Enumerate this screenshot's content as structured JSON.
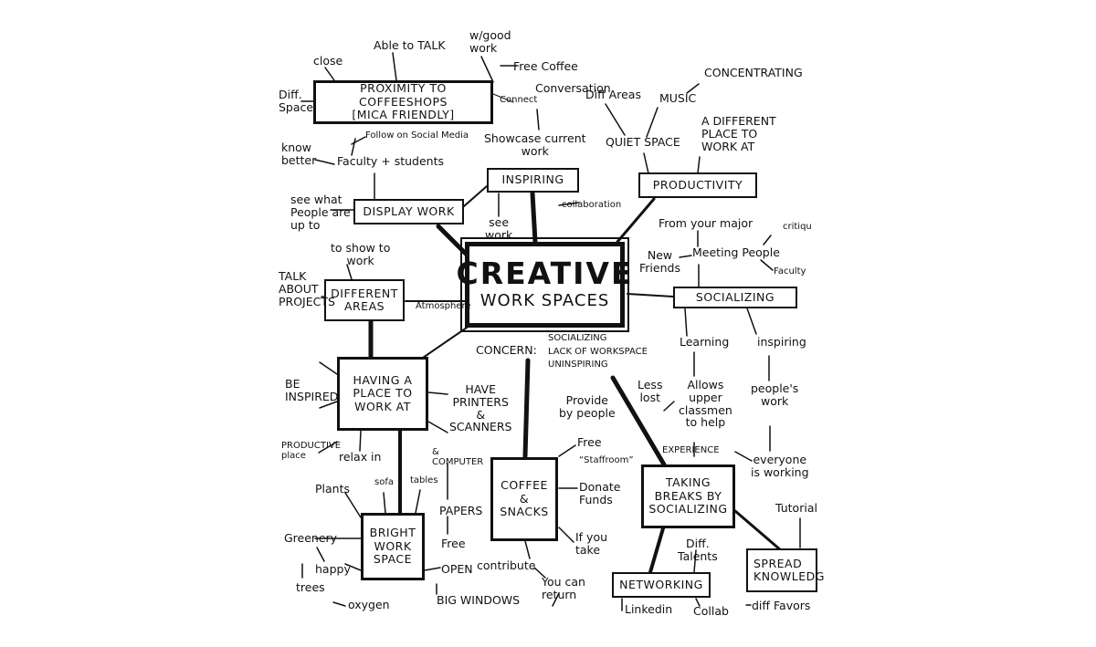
{
  "center": {
    "title": "CREATIVE",
    "subtitle": "WORK SPACES"
  },
  "nodes": {
    "coffee_shops": [
      "PROXIMITY TO COFFEESHOPS",
      "[MICA FRIENDLY]"
    ],
    "inspiring": "INSPIRING",
    "productivity": "PRODUCTIVITY",
    "display_work": "DISPLAY WORK",
    "socializing": "SOCIALIZING",
    "different_areas": [
      "DIFFERENT",
      "AREAS"
    ],
    "place_to_work": [
      "HAVING A",
      "PLACE TO",
      "WORK AT"
    ],
    "coffee_snacks": [
      "COFFEE",
      "&",
      "SNACKS"
    ],
    "taking_breaks": [
      "TAKING",
      "BREAKS BY",
      "SOCIALIZING"
    ],
    "bright_space": [
      "BRIGHT",
      "WORK",
      "SPACE"
    ],
    "networking": "NETWORKING",
    "spread_knowledge": [
      "SPREAD",
      "KNOWLEDG"
    ]
  },
  "labels": {
    "close": "close",
    "able_to_talk": "Able to TALK",
    "w_good_work": [
      "w/good",
      "work"
    ],
    "free_coffee": "Free Coffee",
    "diff_space": [
      "Diff.",
      "Space"
    ],
    "connect": "Connect",
    "conversation": "Conversation",
    "diff_areas": "Diff Areas",
    "music": "MUSIC",
    "concentrating": "CONCENTRATING",
    "follow_social": "Follow on Social Media",
    "showcase": [
      "Showcase current",
      "work"
    ],
    "quiet_space": "QUIET SPACE",
    "different_place": [
      "A DIFFERENT",
      "PLACE TO",
      "WORK AT"
    ],
    "know_better": [
      "know",
      "better"
    ],
    "faculty_students": "Faculty + students",
    "see_what": [
      "see what",
      "People are",
      "up to"
    ],
    "see_work": [
      "see",
      "work"
    ],
    "collaboration": "collaboration",
    "from_major": "From your major",
    "critique": "critiqu",
    "new_friends": [
      "New",
      "Friends"
    ],
    "meeting_people": "Meeting People",
    "faculty": "Faculty",
    "to_show": [
      "to show to",
      "work"
    ],
    "talk_about": [
      "TALK",
      "ABOUT",
      "PROJECTS"
    ],
    "atmosphere": "Atmosphere",
    "concern": "CONCERN:",
    "concern_items": [
      "SOCIALIZING",
      "LACK OF WORKSPACE",
      "UNINSPIRING"
    ],
    "learning": "Learning",
    "inspiring2": "inspiring",
    "be_inspired": [
      "BE",
      "INSPIRED"
    ],
    "have_printers": [
      "HAVE",
      "PRINTERS",
      "&",
      "SCANNERS"
    ],
    "provide": [
      "Provide",
      "by people"
    ],
    "less_lost": [
      "Less",
      "lost"
    ],
    "allows": [
      "Allows",
      "upper",
      "classmen",
      "to help"
    ],
    "peoples_work": [
      "people's",
      "work"
    ],
    "productive_place": [
      "PRODUCTIVE",
      "place"
    ],
    "relax_in": "relax in",
    "amp_computer": [
      "&",
      "COMPUTER"
    ],
    "free": "Free",
    "staffroom": "“Staffroom”",
    "experience": "EXPERIENCE",
    "everyone": [
      "everyone",
      "is working"
    ],
    "plants": "Plants",
    "sofa": "sofa",
    "tables": "tables",
    "donate": [
      "Donate",
      "Funds"
    ],
    "tutorial": "Tutorial",
    "papers": "PAPERS",
    "greenery": "Greenery",
    "free2": "Free",
    "if_you_take": [
      "If you",
      "take"
    ],
    "diff_talents": [
      "Diff.",
      "Talents"
    ],
    "happy": "happy",
    "open": "OPEN",
    "contribute": "contribute",
    "trees": "trees",
    "you_can_return": [
      "You can",
      "return"
    ],
    "oxygen": "oxygen",
    "big_windows": "BIG WINDOWS",
    "linkedin": "Linkedin",
    "collab": "Collab",
    "diff_favors": "diff Favors"
  }
}
